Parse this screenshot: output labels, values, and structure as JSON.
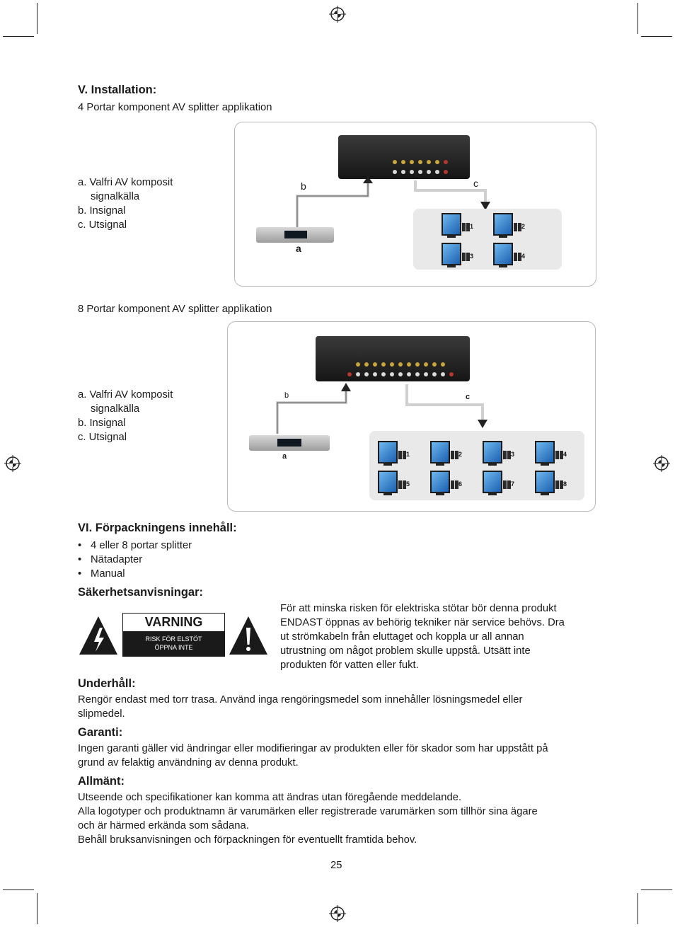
{
  "section_install": {
    "title": "V. Installation:",
    "diagram4_caption": "4 Portar komponent AV splitter applikation",
    "diagram8_caption": "8 Portar komponent AV splitter applikation",
    "legend": {
      "a1": "a. Valfri AV komposit",
      "a2": "signalkälla",
      "b": "b. Insignal",
      "c": "c. Utsignal"
    },
    "diagram_labels": {
      "a": "a",
      "b": "b",
      "c": "c"
    },
    "ports4": [
      "1",
      "2",
      "3",
      "4"
    ],
    "ports8": [
      "1",
      "2",
      "3",
      "4",
      "5",
      "6",
      "7",
      "8"
    ]
  },
  "section_package": {
    "title": "VI. Förpackningens innehåll:",
    "items": [
      "4 eller 8 portar splitter",
      "Nätadapter",
      "Manual"
    ]
  },
  "safety": {
    "title": "Säkerhetsanvisningar:",
    "warning_title": "VARNING",
    "warning_line1": "RISK FÖR ELSTÖT",
    "warning_line2": "ÖPPNA INTE",
    "text_lines": [
      "För att minska risken för elektriska stötar bör denna produkt",
      "ENDAST öppnas av behörig tekniker när service behövs. Dra",
      "ut strömkabeln från eluttaget och koppla ur all annan",
      "utrustning om något problem skulle uppstå. Utsätt inte",
      "produkten för vatten eller fukt."
    ]
  },
  "maintenance": {
    "title": "Underhåll:",
    "lines": [
      "Rengör endast med torr trasa. Använd inga rengöringsmedel som innehåller lösningsmedel eller",
      "slipmedel."
    ]
  },
  "warranty": {
    "title": "Garanti:",
    "lines": [
      "Ingen garanti gäller vid ändringar eller modifieringar av produkten eller för skador som har uppstått på",
      "grund av felaktig användning av denna produkt."
    ]
  },
  "general": {
    "title": "Allmänt:",
    "lines": [
      "Utseende och specifikationer kan komma att ändras utan föregående meddelande.",
      "Alla logotyper och produktnamn är varumärken eller registrerade varumärken som tillhör sina ägare",
      "och är härmed erkända som sådana.",
      "Behåll bruksanvisningen och förpackningen för eventuellt framtida behov."
    ]
  },
  "page_number": "25"
}
